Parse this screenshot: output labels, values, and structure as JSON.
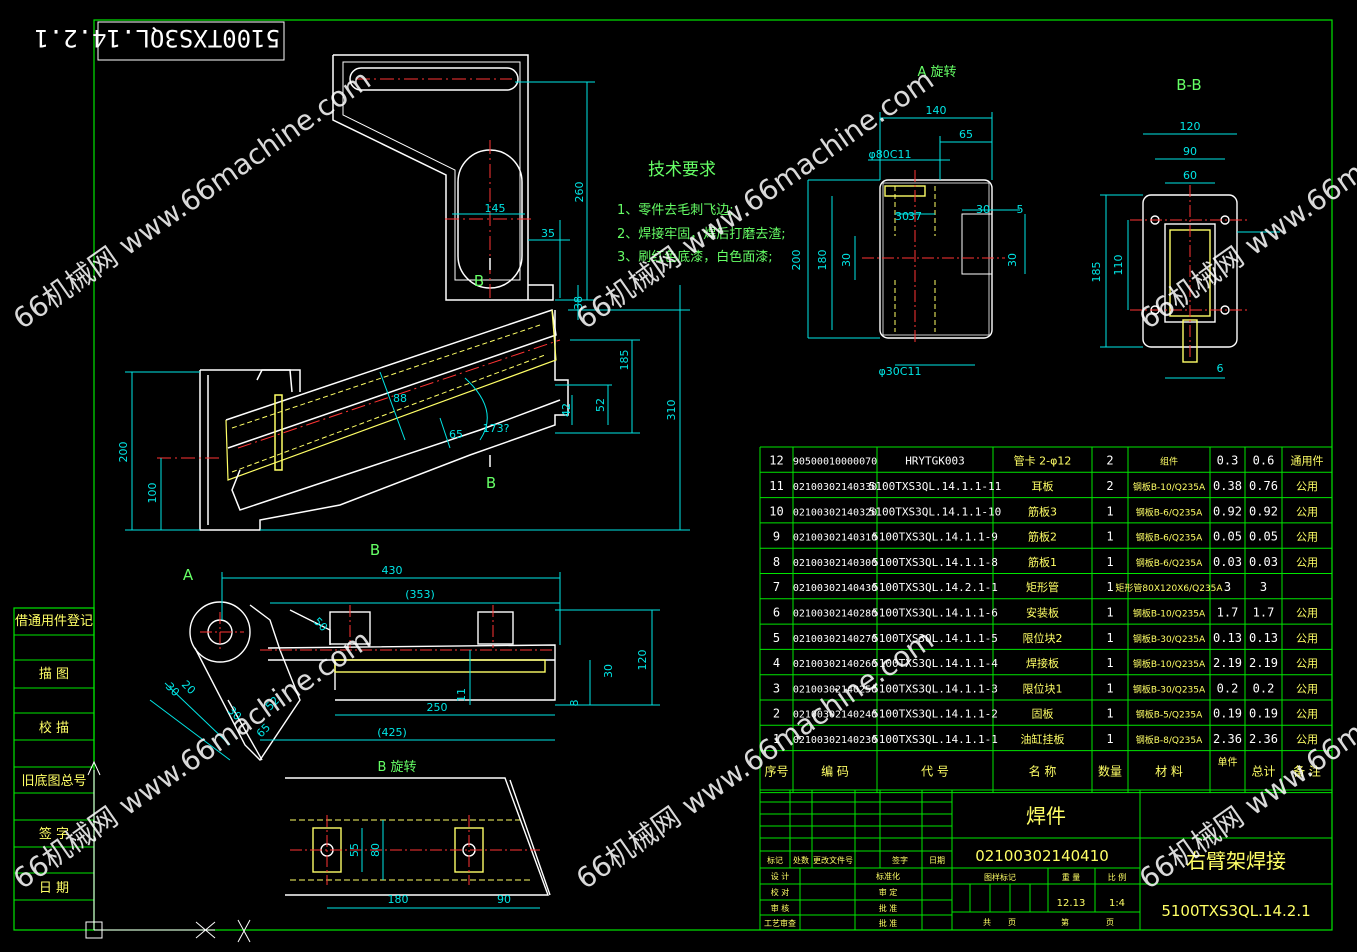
{
  "drawing_number": "5100TXS3QL.14.2.1",
  "tech_requirements": {
    "title": "技术要求",
    "items": [
      "1、零件去毛刺飞边;",
      "2、焊接牢固，焊后打磨去渣;",
      "3、刷红色底漆，白色面漆;"
    ]
  },
  "view_labels": {
    "a_rotated": "A 旋转",
    "bb": "B-B",
    "b_rotated": "B 旋转",
    "a": "A",
    "b": "B",
    "b_upper": "B",
    "b_lower": "B",
    "b_mid": "B"
  },
  "dims": {
    "main": [
      "145",
      "35",
      "260",
      "38",
      "185",
      "310",
      "42",
      "52",
      "200",
      "100",
      "88",
      "65",
      "173?"
    ],
    "a_view": [
      "140",
      "65",
      "φ80C11",
      "30",
      "37",
      "30",
      "5",
      "200",
      "180",
      "30",
      "30",
      "φ30C11"
    ],
    "bb_view": [
      "120",
      "90",
      "60",
      "185",
      "110",
      "6"
    ],
    "lower": [
      "430",
      "(353)",
      "120",
      "30",
      "11",
      "250",
      "(425)",
      "8",
      "30",
      "20",
      "30",
      "52",
      "65",
      "50"
    ],
    "b_rot": [
      "55",
      "80",
      "180",
      "90"
    ]
  },
  "bom": {
    "headers": [
      "序号",
      "编 码",
      "代 号",
      "名 称",
      "数量",
      "材 料",
      "单件",
      "总计",
      "备 注"
    ],
    "weight_header": "单件",
    "rows": [
      {
        "no": "12",
        "code": "90500010000070",
        "ref": "HRYTGK003",
        "name": "管卡 2-φ12",
        "qty": "2",
        "mat": "组件",
        "unit": "0.3",
        "total": "0.6",
        "note": "通用件"
      },
      {
        "no": "11",
        "code": "02100302140330",
        "ref": "5100TXS3QL.14.1.1-11",
        "name": "耳板",
        "qty": "2",
        "mat": "钢板B-10/Q235A",
        "unit": "0.38",
        "total": "0.76",
        "note": "公用"
      },
      {
        "no": "10",
        "code": "02100302140320",
        "ref": "5100TXS3QL.14.1.1-10",
        "name": "筋板3",
        "qty": "1",
        "mat": "钢板B-6/Q235A",
        "unit": "0.92",
        "total": "0.92",
        "note": "公用"
      },
      {
        "no": "9",
        "code": "02100302140310",
        "ref": "5100TXS3QL.14.1.1-9",
        "name": "筋板2",
        "qty": "1",
        "mat": "钢板B-6/Q235A",
        "unit": "0.05",
        "total": "0.05",
        "note": "公用"
      },
      {
        "no": "8",
        "code": "02100302140300",
        "ref": "5100TXS3QL.14.1.1-8",
        "name": "筋板1",
        "qty": "1",
        "mat": "钢板B-6/Q235A",
        "unit": "0.03",
        "total": "0.03",
        "note": "公用"
      },
      {
        "no": "7",
        "code": "02100302140430",
        "ref": "5100TXS3QL.14.2.1-1",
        "name": "矩形管",
        "qty": "1",
        "mat": "矩形管80X120X6/Q235A",
        "unit": "3",
        "total": "3",
        "note": ""
      },
      {
        "no": "6",
        "code": "02100302140280",
        "ref": "5100TXS3QL.14.1.1-6",
        "name": "安装板",
        "qty": "1",
        "mat": "钢板B-10/Q235A",
        "unit": "1.7",
        "total": "1.7",
        "note": "公用"
      },
      {
        "no": "5",
        "code": "02100302140270",
        "ref": "5100TXS3QL.14.1.1-5",
        "name": "限位块2",
        "qty": "1",
        "mat": "钢板B-30/Q235A",
        "unit": "0.13",
        "total": "0.13",
        "note": "公用"
      },
      {
        "no": "4",
        "code": "02100302140260",
        "ref": "5100TXS3QL.14.1.1-4",
        "name": "焊接板",
        "qty": "1",
        "mat": "钢板B-10/Q235A",
        "unit": "2.19",
        "total": "2.19",
        "note": "公用"
      },
      {
        "no": "3",
        "code": "02100302140250",
        "ref": "5100TXS3QL.14.1.1-3",
        "name": "限位块1",
        "qty": "1",
        "mat": "钢板B-30/Q235A",
        "unit": "0.2",
        "total": "0.2",
        "note": "公用"
      },
      {
        "no": "2",
        "code": "02100302140240",
        "ref": "5100TXS3QL.14.1.1-2",
        "name": "固板",
        "qty": "1",
        "mat": "钢板B-5/Q235A",
        "unit": "0.19",
        "total": "0.19",
        "note": "公用"
      },
      {
        "no": "1",
        "code": "02100302140230",
        "ref": "5100TXS3QL.14.1.1-1",
        "name": "油缸挂板",
        "qty": "1",
        "mat": "钢板B-8/Q235A",
        "unit": "2.36",
        "total": "2.36",
        "note": "公用"
      }
    ]
  },
  "title_block": {
    "part_type": "焊件",
    "part_code": "02100302140410",
    "part_name": "右臂架焊接",
    "drawing_no": "5100TXS3QL.14.2.1",
    "weight": "12.13",
    "scale": "1:4",
    "labels": {
      "mark": "标记",
      "count": "处数",
      "change": "更改文件号",
      "sign": "签字",
      "date": "日期",
      "design": "设 计",
      "check": "校 对",
      "review": "审 核",
      "process": "工艺审查",
      "standard": "标准化",
      "audit": "审 定",
      "approve": "批 准",
      "approve2": "批 准",
      "stage": "图样标记",
      "weight": "重 量",
      "scale": "比 例",
      "total": "共",
      "sheet": "页",
      "page": "第",
      "page2": "页"
    }
  },
  "side_labels": [
    "借通用件登记",
    "描 图",
    "校 描",
    "旧底图总号",
    "签 字",
    "日 期"
  ],
  "watermarks": [
    "66机械网 www.66machine.com"
  ]
}
